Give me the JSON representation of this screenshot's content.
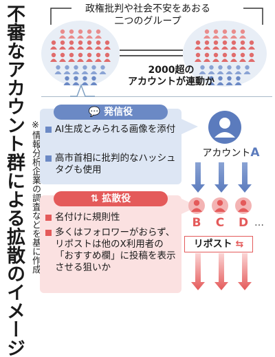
{
  "title": "不審なアカウント群による拡散のイメージ",
  "note": "※情報分析企業の調査などを基に作成",
  "top_caption": [
    "政権批判や社会不安をあおる",
    "二つのグループ"
  ],
  "link_caption": [
    "2000超の",
    "アカウントが連動か"
  ],
  "roles": {
    "origin": {
      "title": "発信役",
      "items": [
        "AI生成とみられる画像を添付",
        "高市首相に批判的なハッシュタグも使用"
      ]
    },
    "spread": {
      "title": "拡散役",
      "items": [
        "名付けに規則性",
        "多くはフォロワーがおらず、リポストは他のX利用者の「おすすめ欄」に投稿を表示させる狙いか"
      ]
    }
  },
  "account_a": {
    "prefix": "アカウント",
    "letter": "A"
  },
  "followers": [
    "B",
    "C",
    "D"
  ],
  "ellipsis": "…",
  "repost": {
    "label": "リポスト",
    "icon": "repost-icon"
  },
  "colors": {
    "blue": "#6b89c5",
    "red": "#e45a5a",
    "light_blue": "#dde6f4",
    "light_red": "#fbe1e1"
  }
}
